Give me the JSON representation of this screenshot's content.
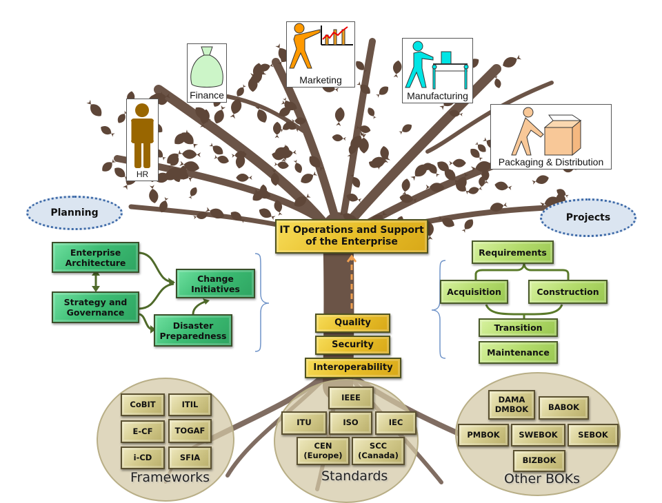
{
  "departments": [
    {
      "id": "hr",
      "label": "HR",
      "icon": "person-standing-icon",
      "color": "#996600"
    },
    {
      "id": "finance",
      "label": "Finance",
      "icon": "money-bag-icon",
      "color": "#ccf5c8"
    },
    {
      "id": "marketing",
      "label": "Marketing",
      "icon": "presenter-chart-icon",
      "color": "#ff9900"
    },
    {
      "id": "manufacturing",
      "label": "Manufacturing",
      "icon": "worker-conveyor-icon",
      "color": "#00e5e5"
    },
    {
      "id": "packaging",
      "label": "Packaging & Distribution",
      "icon": "worker-box-icon",
      "color": "#f8c898"
    }
  ],
  "planning": {
    "title": "Planning",
    "items": {
      "enterprise_architecture": "Enterprise Architecture",
      "strategy_governance": "Strategy and Governance",
      "change_initiatives": "Change Initiatives",
      "disaster_preparedness": "Disaster Preparedness"
    }
  },
  "projects": {
    "title": "Projects",
    "items": {
      "requirements": "Requirements",
      "acquisition": "Acquisition",
      "construction": "Construction",
      "transition": "Transition",
      "maintenance": "Maintenance"
    }
  },
  "trunk": {
    "top": "IT Operations and Support of the Enterprise",
    "layers": [
      "Quality",
      "Security",
      "Interoperability"
    ]
  },
  "roots": {
    "frameworks": {
      "title": "Frameworks",
      "items": [
        "CoBIT",
        "ITIL",
        "E-CF",
        "TOGAF",
        "i-CD",
        "SFIA"
      ]
    },
    "standards": {
      "title": "Standards",
      "items": [
        "IEEE",
        "ITU",
        "ISO",
        "IEC",
        "CEN (Europe)",
        "SCC (Canada)"
      ]
    },
    "other_boks": {
      "title": "Other BOKs",
      "items": [
        "DAMA DMBOK",
        "BABOK",
        "PMBOK",
        "SWEBOK",
        "SEBOK",
        "BIZBOK"
      ]
    }
  },
  "colors": {
    "tree": "#6b5447",
    "planning_box": "#3dbd74",
    "projects_box": "#b4dc6c",
    "trunk_box": "#e8bf2a",
    "root_box": "#d3ca8c",
    "cloud_fill": "#dbe5f1",
    "cloud_border": "#3e6aa8"
  }
}
